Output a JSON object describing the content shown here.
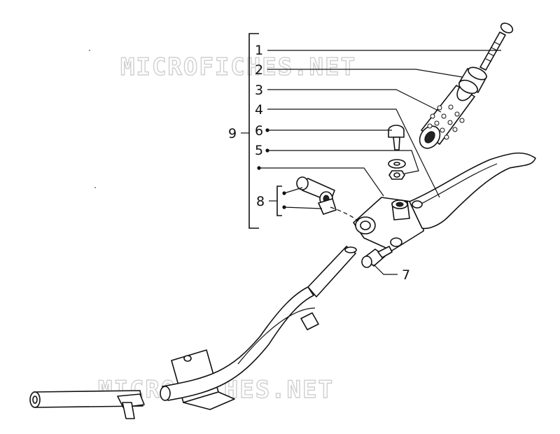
{
  "watermarks": [
    "MICROFICHES.NET",
    "MICROFICHES.NET"
  ],
  "callouts": [
    {
      "id": "1",
      "text": "1"
    },
    {
      "id": "2",
      "text": "2"
    },
    {
      "id": "3",
      "text": "3"
    },
    {
      "id": "4",
      "text": "4"
    },
    {
      "id": "5",
      "text": "5"
    },
    {
      "id": "6",
      "text": "6"
    },
    {
      "id": "7",
      "text": "7"
    },
    {
      "id": "8",
      "text": "8"
    },
    {
      "id": "9",
      "text": "9"
    }
  ]
}
